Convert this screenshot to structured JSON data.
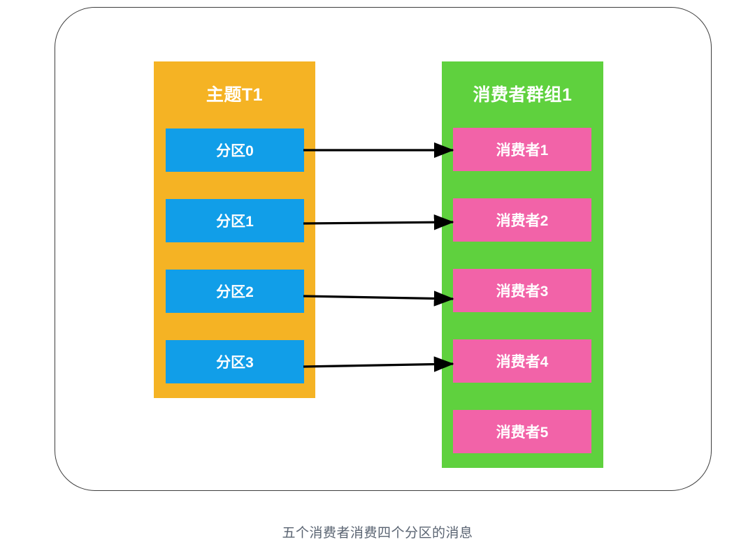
{
  "diagram": {
    "caption": "五个消费者消费四个分区的消息",
    "frame": {
      "name": "outer-rounded-frame"
    },
    "topic": {
      "title": "主题T1",
      "fill": "#F5B324",
      "chip_fill": "#119EE8",
      "partitions": [
        {
          "label": "分区0"
        },
        {
          "label": "分区1"
        },
        {
          "label": "分区2"
        },
        {
          "label": "分区3"
        }
      ]
    },
    "consumer_group": {
      "title": "消费者群组1",
      "fill": "#5FD13E",
      "chip_fill": "#F263A8",
      "consumers": [
        {
          "label": "消费者1"
        },
        {
          "label": "消费者2"
        },
        {
          "label": "消费者3"
        },
        {
          "label": "消费者4"
        },
        {
          "label": "消费者5"
        }
      ]
    },
    "arrows": [
      {
        "from": "分区0",
        "to": "消费者1"
      },
      {
        "from": "分区1",
        "to": "消费者2"
      },
      {
        "from": "分区2",
        "to": "消费者3"
      },
      {
        "from": "分区3",
        "to": "消费者4"
      }
    ],
    "arrow_color": "#000000"
  }
}
